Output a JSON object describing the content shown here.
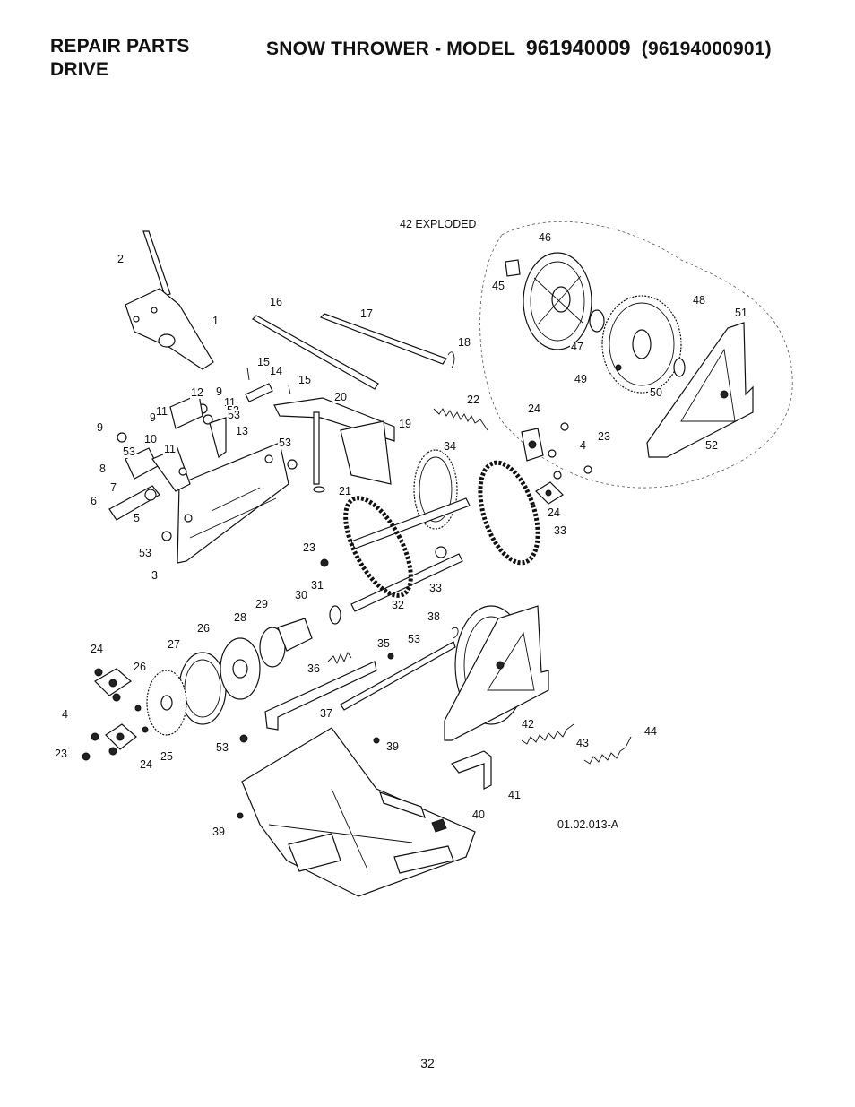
{
  "header": {
    "section": "REPAIR PARTS",
    "subsection": "DRIVE",
    "title_prefix": "SNOW THROWER - MODEL",
    "model": "961940009",
    "model_alt": "(96194000901)"
  },
  "diagram": {
    "figure_id": "01.02.013-A",
    "exploded_label": "42 EXPLODED",
    "callouts": [
      "1",
      "2",
      "3",
      "4",
      "4",
      "5",
      "6",
      "7",
      "8",
      "9",
      "9",
      "9",
      "10",
      "11",
      "11",
      "11",
      "12",
      "13",
      "14",
      "15",
      "15",
      "16",
      "17",
      "18",
      "19",
      "20",
      "21",
      "22",
      "23",
      "23",
      "23",
      "24",
      "24",
      "24",
      "24",
      "25",
      "26",
      "26",
      "27",
      "28",
      "29",
      "30",
      "31",
      "32",
      "33",
      "33",
      "34",
      "35",
      "36",
      "37",
      "38",
      "39",
      "39",
      "40",
      "41",
      "42",
      "43",
      "44",
      "45",
      "46",
      "47",
      "48",
      "49",
      "50",
      "51",
      "52",
      "53",
      "53",
      "53",
      "53",
      "53",
      "53",
      "53"
    ]
  },
  "footer": {
    "page_number": "32"
  }
}
